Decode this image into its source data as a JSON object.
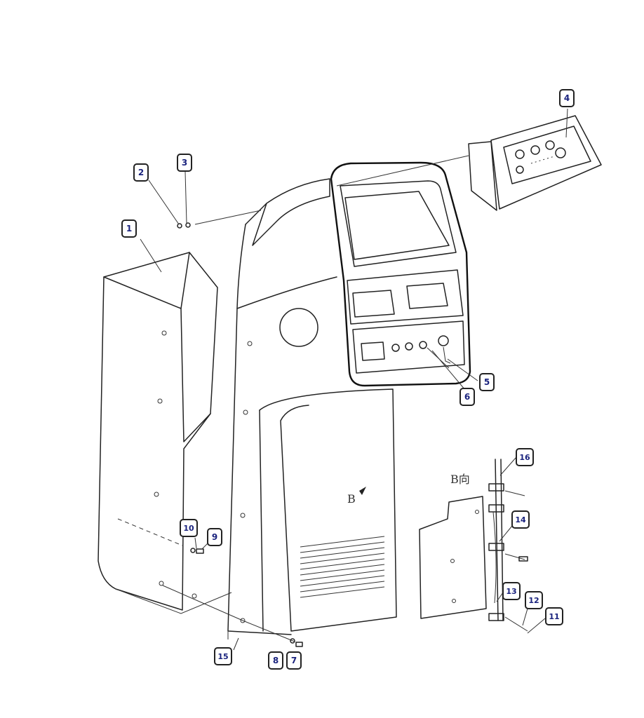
{
  "callouts": [
    {
      "id": "c1",
      "label": "1"
    },
    {
      "id": "c2",
      "label": "2"
    },
    {
      "id": "c3",
      "label": "3"
    },
    {
      "id": "c4",
      "label": "4"
    },
    {
      "id": "c5",
      "label": "5"
    },
    {
      "id": "c6",
      "label": "6"
    },
    {
      "id": "c7",
      "label": "7"
    },
    {
      "id": "c8",
      "label": "8"
    },
    {
      "id": "c9",
      "label": "9"
    },
    {
      "id": "c10",
      "label": "10"
    },
    {
      "id": "c11",
      "label": "11"
    },
    {
      "id": "c12",
      "label": "12"
    },
    {
      "id": "c13",
      "label": "13"
    },
    {
      "id": "c14",
      "label": "14"
    },
    {
      "id": "c15",
      "label": "15"
    },
    {
      "id": "c16",
      "label": "16"
    }
  ],
  "labels": {
    "view_b": "B向",
    "b_arrow": "B"
  }
}
